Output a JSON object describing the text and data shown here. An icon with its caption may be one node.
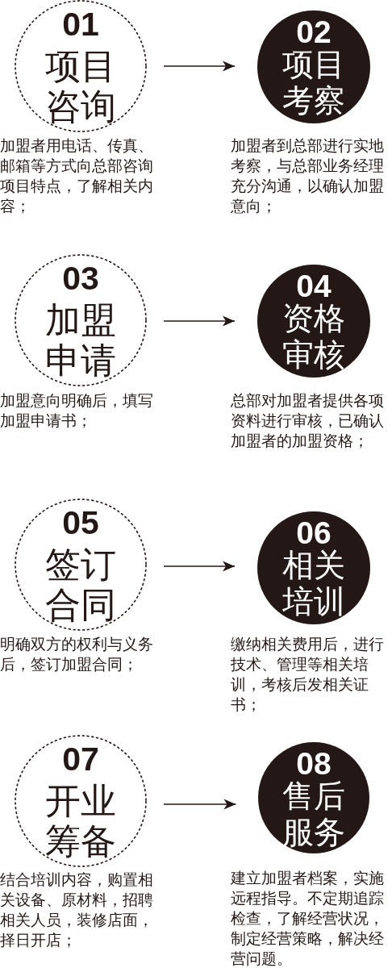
{
  "diagram": {
    "nodes": [
      {
        "text": [
          "01",
          "项目咨询"
        ],
        "beside": [
          "加盟者用电话、传真、邮箱等方式向总部咨询项目特点，了解相关内容；"
        ]
      },
      {
        "text": [
          "02",
          "项目考察"
        ],
        "beside": [
          "加盟者到总部进行实地考察，与总部业务经理充分沟通，以确认加盟意向；"
        ]
      },
      {
        "text": [
          "03",
          "加盟申请"
        ],
        "beside": [
          "加盟意向明确后，填写加盟申请书；"
        ]
      },
      {
        "text": [
          "04",
          "资格审核"
        ],
        "beside": [
          "总部对加盟者提供各项资料进行审核，已确认加盟者的加盟资格；"
        ]
      },
      {
        "text": [
          "05",
          "签订合同"
        ],
        "beside": [
          "明确双方的权利与义务后，签订加盟合同；"
        ]
      },
      {
        "text": [
          "06",
          "相关培训"
        ],
        "beside": [
          "缴纳相关费用后，进行技术、管理等相关培训，考核后发相关证书；"
        ]
      },
      {
        "text": [
          "07",
          "开业筹备"
        ],
        "beside": [
          "结合培训内容，购置相关设备、原材料，招聘相关人员，装修店面，择日开店；"
        ]
      },
      {
        "text": [
          "08",
          "售后服务"
        ],
        "beside": [
          "建立加盟者档案，实施远程指导。不定期追踪检查，了解经营状况，制定经营策略，解决经营问题。"
        ]
      }
    ],
    "edges": [
      {
        "from": 0,
        "to": 1,
        "arrow": "to"
      },
      {
        "from": 2,
        "to": 3,
        "arrow": "to"
      },
      {
        "from": 4,
        "to": 5,
        "arrow": "to"
      },
      {
        "from": 6,
        "to": 7,
        "arrow": "to"
      }
    ]
  }
}
